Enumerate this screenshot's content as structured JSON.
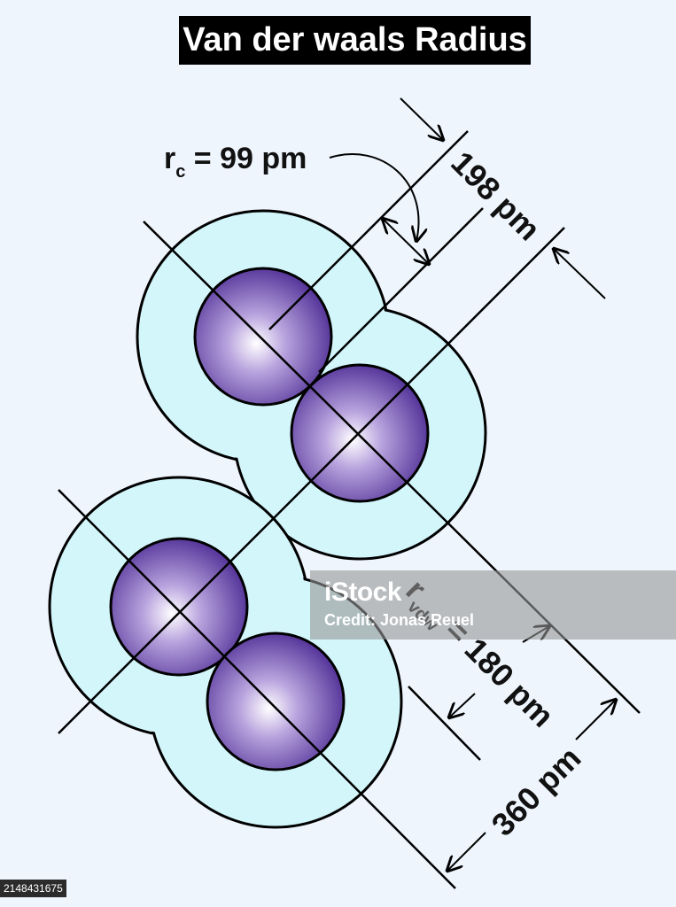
{
  "title": "Van der waals Radius",
  "labels": {
    "rc_symbol": "r",
    "rc_subscript": "c",
    "rc_value": " = 99 pm",
    "covalent_distance": "198 pm",
    "rvdw_symbol": "r",
    "rvdw_subscript": "vdw",
    "rvdw_value": " = 180 pm",
    "vdw_distance": "360 pm"
  },
  "watermark": {
    "logo": "iStock",
    "credit": "Credit: Jonas Reuel"
  },
  "image_id": "2148431675",
  "colors": {
    "background": "#eef5fd",
    "vdw_shell": "#d3f6fb",
    "atom_core": "#4b2a93",
    "atom_highlight": "#ffffff",
    "outline": "#000000"
  }
}
